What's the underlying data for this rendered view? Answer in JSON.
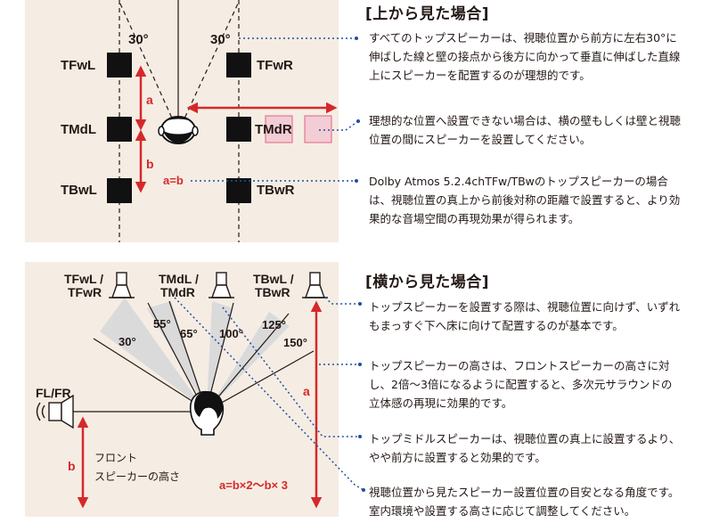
{
  "top_view": {
    "heading": "[上から見た場合]",
    "angle_left": "30°",
    "angle_right": "30°",
    "speakers": {
      "tfwl": "TFwL",
      "tfwr": "TFwR",
      "tmdl": "TMdL",
      "tmdr": "TMdR",
      "tbwl": "TBwL",
      "tbwr": "TBwR"
    },
    "dim_a": "a",
    "dim_b": "b",
    "dim_ab": "a=b",
    "notes": [
      "すべてのトップスピーカーは、視聴位置から前方に左右30°に伸ばした線と壁の接点から後方に向かって垂直に伸ばした直線上にスピーカーを配置するのが理想的です。",
      "理想的な位置へ設置できない場合は、横の壁もしくは壁と視聴位置の間にスピーカーを設置してください。",
      "Dolby Atmos 5.2.4chTFw/TBwのトップスピーカーの場合は、視聴位置の真上から前後対称の距離で設置すると、より効果的な音場空間の再現効果が得られます。"
    ]
  },
  "side_view": {
    "heading": "[横から見た場合]",
    "speaker_groups": [
      {
        "line1": "TFwL /",
        "line2": "TFwR"
      },
      {
        "line1": "TMdL /",
        "line2": "TMdR"
      },
      {
        "line1": "TBwL /",
        "line2": "TBwR"
      }
    ],
    "angles": [
      "55°",
      "65°",
      "100°",
      "125°",
      "30°",
      "150°"
    ],
    "front_label": "FL/FR",
    "front_height_line1": "フロント",
    "front_height_line2": "スピーカーの高さ",
    "dim_a": "a",
    "dim_b": "b",
    "formula": "a=b×2〜b× 3",
    "notes": [
      "トップスピーカーを設置する際は、視聴位置に向けず、いずれもまっすぐ下へ床に向けて配置するのが基本です。",
      "トップスピーカーの高さは、フロントスピーカーの高さに対し、2倍〜3倍になるように配置すると、多次元サラウンドの立体感の再現に効果的です。",
      "トップミドルスピーカーは、視聴位置の真上に設置するより、やや前方に設置すると効果的です。",
      "視聴位置から見たスピーカー設置位置の目安となる角度です。室内環境や設置する高さに応じて調整してください。"
    ]
  },
  "colors": {
    "panel_bg": "#f5ede3",
    "accent_red": "#d6282b",
    "dotted_blue": "#1f4fa0",
    "speaker_black": "#111111",
    "alt_speaker_fill": "#f2cdd6",
    "alt_speaker_border": "#e3637c",
    "angle_fan": "#d9dadb"
  }
}
